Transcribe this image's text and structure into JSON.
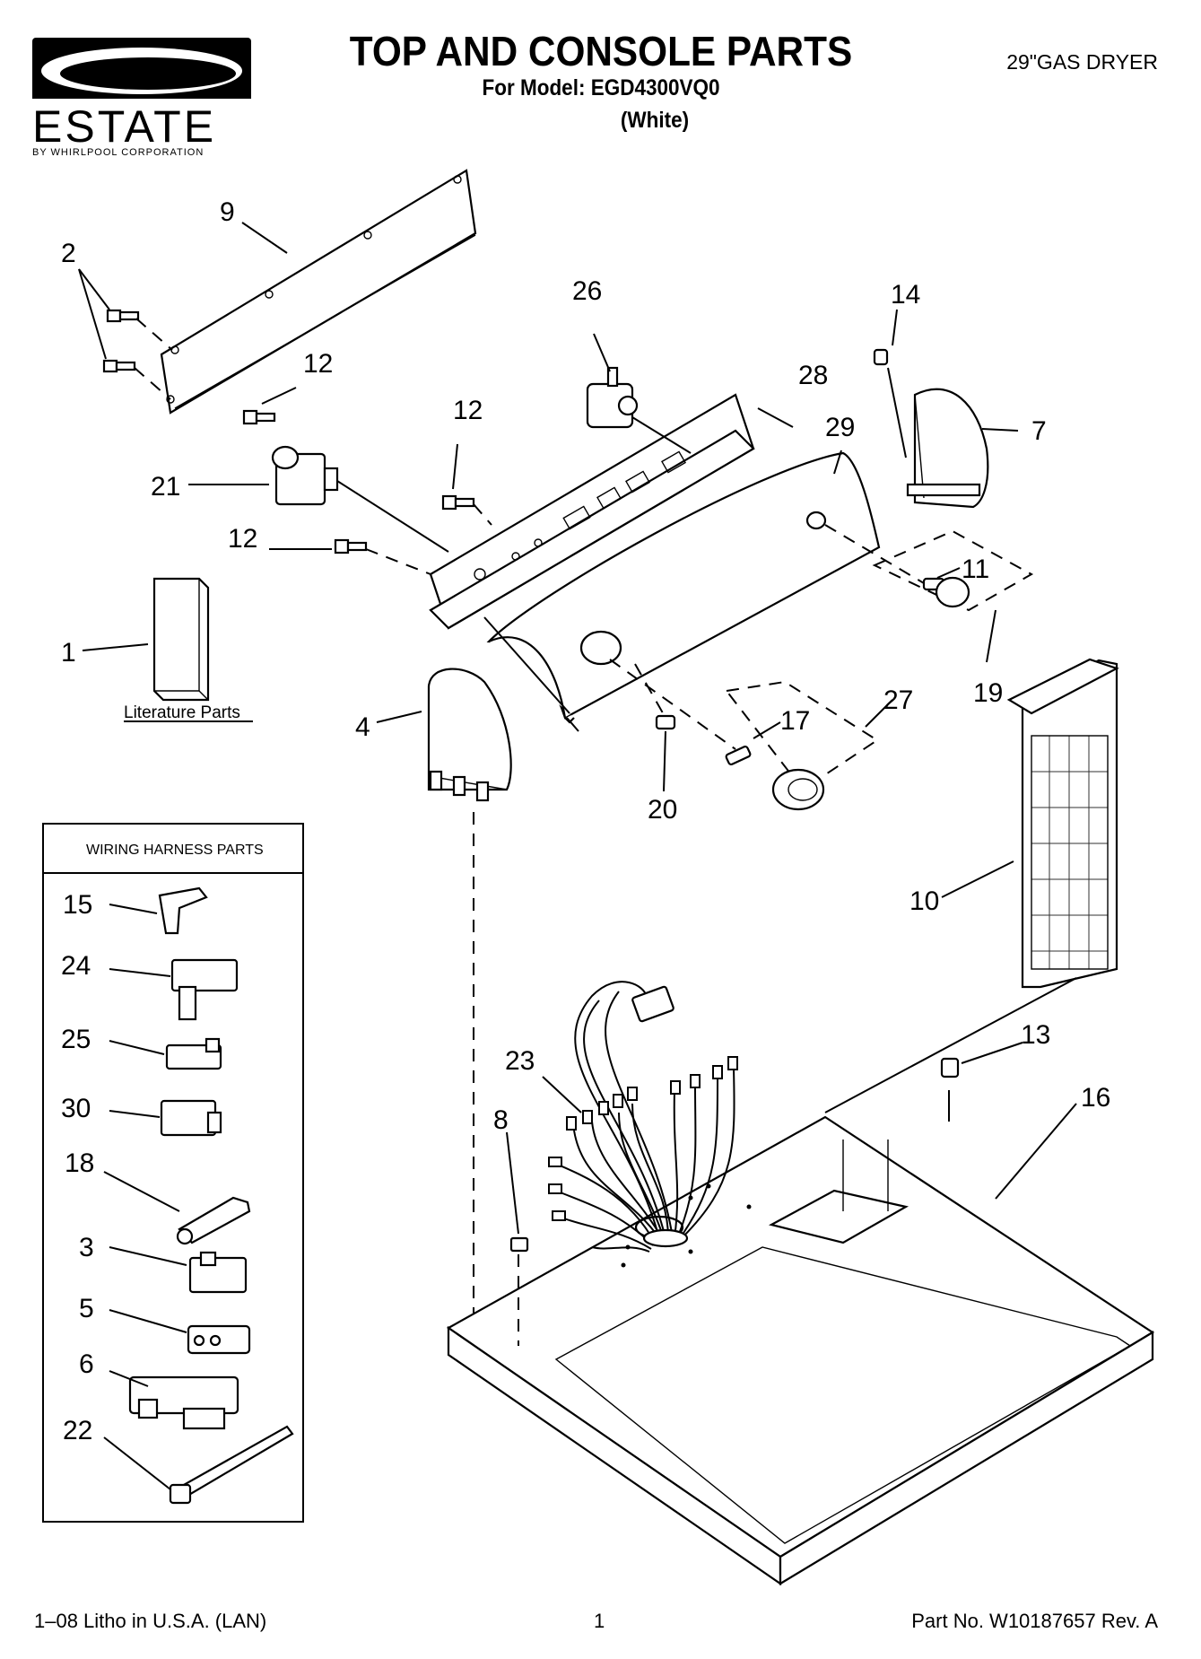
{
  "brand": {
    "logo_text": "ESTATE",
    "tagline": "BY WHIRLPOOL CORPORATION"
  },
  "header": {
    "title": "TOP AND CONSOLE PARTS",
    "model": "For Model: EGD4300VQ0",
    "color": "(White)",
    "product": "29\"GAS DRYER"
  },
  "callouts": {
    "c1": "1",
    "c2": "2",
    "c3": "3",
    "c4": "4",
    "c5": "5",
    "c6": "6",
    "c7": "7",
    "c8": "8",
    "c9": "9",
    "c10": "10",
    "c11": "11",
    "c12a": "12",
    "c12b": "12",
    "c12c": "12",
    "c13": "13",
    "c14": "14",
    "c15": "15",
    "c16": "16",
    "c17": "17",
    "c18": "18",
    "c19": "19",
    "c20": "20",
    "c21": "21",
    "c22": "22",
    "c23": "23",
    "c24": "24",
    "c25": "25",
    "c26": "26",
    "c27": "27",
    "c28": "28",
    "c29": "29",
    "c30": "30"
  },
  "literature_label": "Literature Parts",
  "wiring_box_title": "WIRING HARNESS PARTS",
  "footer": {
    "left": "1–08 Litho in U.S.A. (LAN)",
    "page": "1",
    "right": "Part No. W10187657 Rev. A"
  }
}
